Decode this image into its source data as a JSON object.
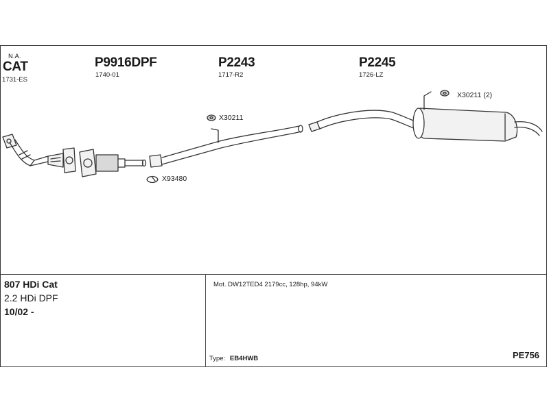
{
  "parts": {
    "cat": {
      "prefix": "N.A.",
      "name": "CAT",
      "ref": "1731-ES"
    },
    "p9916": {
      "name": "P9916DPF",
      "ref": "1740-01"
    },
    "p2243": {
      "name": "P2243",
      "ref": "1717-R2"
    },
    "p2245": {
      "name": "P2245",
      "ref": "1726-LZ"
    }
  },
  "accessories": {
    "mount_a": "X30211",
    "mount_b": "X30211 (2)",
    "clamp": "X93480"
  },
  "vehicle": {
    "model": "807 HDi Cat",
    "engine": "2.2 HDi DPF",
    "date": "10/02 -"
  },
  "details": {
    "motor": "Mot. DW12TED4 2179cc, 128hp, 94kW",
    "type_label": "Type:",
    "type_value": "EB4HWB",
    "code": "PE756"
  },
  "colors": {
    "line": "#333333",
    "fill_light": "#f2f2f2",
    "fill_mid": "#d9d9d9"
  }
}
